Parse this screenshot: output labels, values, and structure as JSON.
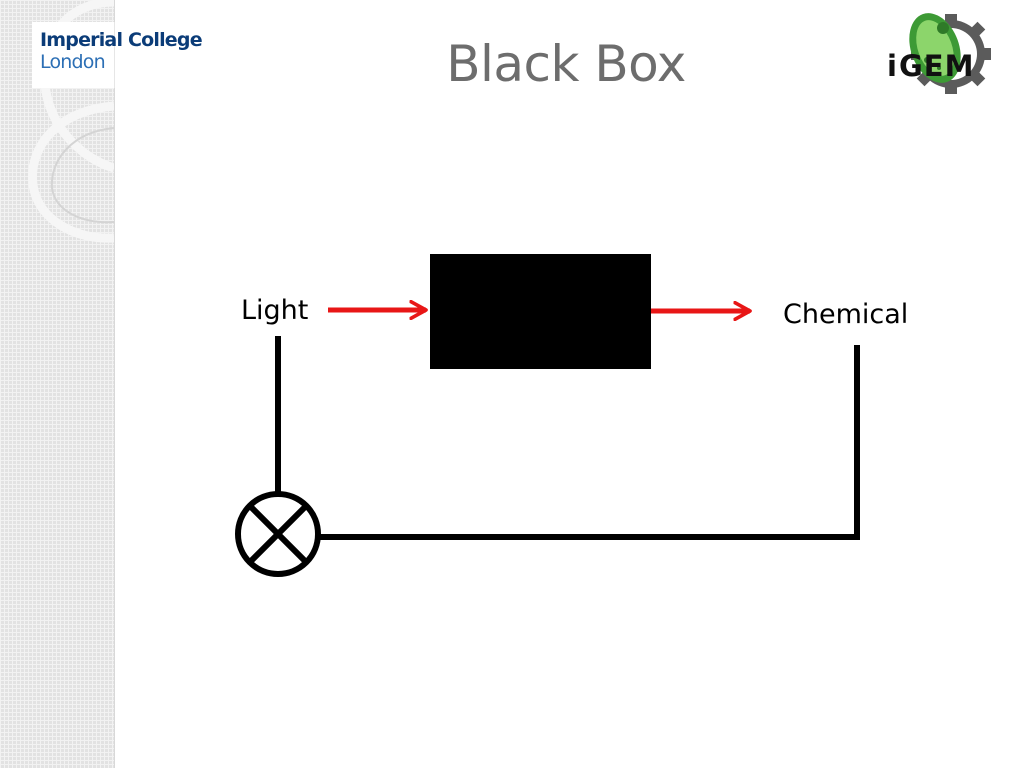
{
  "slide": {
    "title": "Black Box"
  },
  "logos": {
    "institution_line1": "Imperial College",
    "institution_line2": "London",
    "competition_logo": "iGEM"
  },
  "diagram": {
    "input_label": "Light",
    "output_label": "Chemical",
    "arrow_color": "#e81616",
    "box_color": "#000000",
    "wire_color": "#000000",
    "lamp_symbol": "lamp-icon"
  },
  "colors": {
    "title": "#6d6d6d",
    "ic_primary": "#0b3c78",
    "ic_secondary": "#2c6fb5",
    "igem_green": "#3d9a35"
  }
}
